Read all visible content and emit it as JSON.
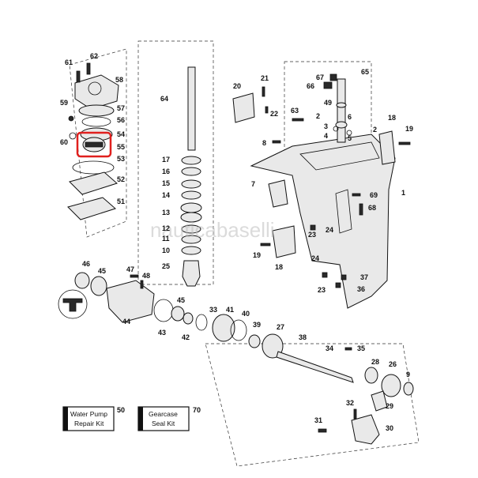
{
  "labels": {
    "l61": "61",
    "l62": "62",
    "l58": "58",
    "l59": "59",
    "l57": "57",
    "l56": "56",
    "l54": "54",
    "l60": "60",
    "l55": "55",
    "l53": "53",
    "l52": "52",
    "l51": "51",
    "l64": "64",
    "l17": "17",
    "l16": "16",
    "l15": "15",
    "l14": "14",
    "l13": "13",
    "l12": "12",
    "l11": "11",
    "l10": "10",
    "l25": "25",
    "l20": "20",
    "l21": "21",
    "l22": "22",
    "l63": "63",
    "l8": "8",
    "l7": "7",
    "l67": "67",
    "l66": "66",
    "l65": "65",
    "l49": "49",
    "l2a": "2",
    "l6": "6",
    "l3": "3",
    "l4": "4",
    "l5": "5",
    "l2b": "2",
    "l18a": "18",
    "l19a": "19",
    "l1": "1",
    "l69": "69",
    "l68": "68",
    "l23a": "23",
    "l24a": "24",
    "l19b": "19",
    "l18b": "18",
    "l24b": "24",
    "l23b": "23",
    "l37": "37",
    "l36": "36",
    "l46": "46",
    "l45a": "45",
    "l47": "47",
    "l48": "48",
    "l44": "44",
    "l43": "43",
    "l45b": "45",
    "l42": "42",
    "l33": "33",
    "l41": "41",
    "l40": "40",
    "l39": "39",
    "l27": "27",
    "l38": "38",
    "l34": "34",
    "l35": "35",
    "l28": "28",
    "l26": "26",
    "l9": "9",
    "l29": "29",
    "l32": "32",
    "l31": "31",
    "l30": "30"
  },
  "kits": [
    {
      "name": "Water Pump\nRepair Kit",
      "line1": "Water Pump",
      "line2": "Repair Kit",
      "num": "50"
    },
    {
      "line1": "Gearcase",
      "line2": "Seal Kit",
      "num": "70"
    }
  ],
  "watermark": "nauticabaselli",
  "highlight_color": "#e0201e"
}
